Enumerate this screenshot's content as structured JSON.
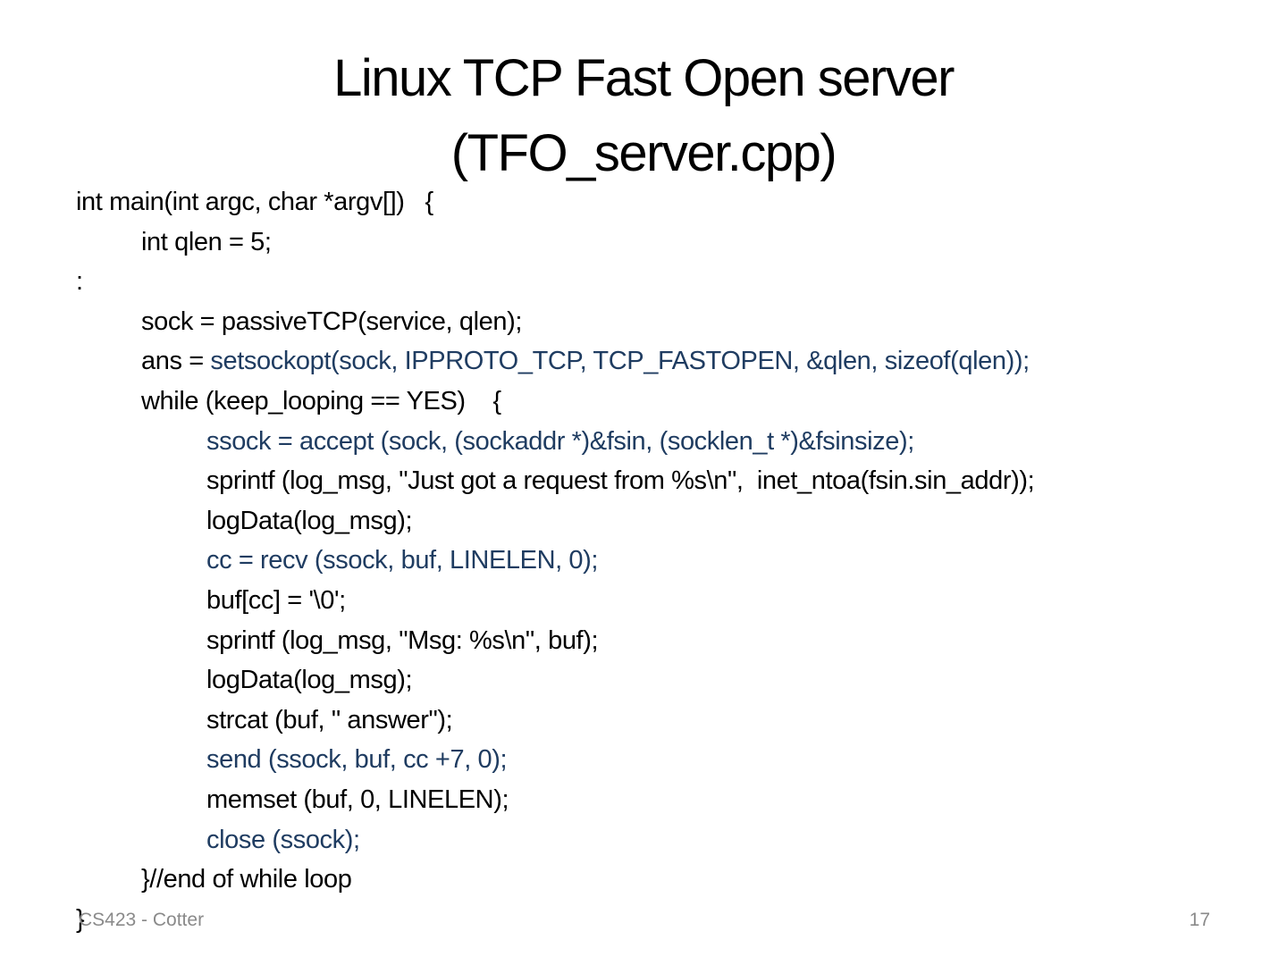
{
  "title": {
    "line1": "Linux TCP Fast Open server",
    "line2": "(TFO_server.cpp)"
  },
  "colors": {
    "black": "#000000",
    "blue": "#1f3c61",
    "footer_gray": "#8a8a8a"
  },
  "code": {
    "lines": [
      {
        "indent": 0,
        "segments": [
          {
            "text": "int main(int argc, char *argv[])   {",
            "color": "black"
          }
        ]
      },
      {
        "indent": 1,
        "segments": [
          {
            "text": "int qlen = 5;",
            "color": "black"
          }
        ]
      },
      {
        "indent": 0,
        "segments": [
          {
            "text": ":",
            "color": "black"
          }
        ]
      },
      {
        "indent": 1,
        "segments": [
          {
            "text": "sock = passiveTCP(service, qlen);",
            "color": "black"
          }
        ]
      },
      {
        "indent": 1,
        "segments": [
          {
            "text": "ans = ",
            "color": "black"
          },
          {
            "text": "setsockopt(sock, IPPROTO_TCP, TCP_FASTOPEN, &qlen, sizeof(qlen));",
            "color": "blue"
          }
        ]
      },
      {
        "indent": 1,
        "segments": [
          {
            "text": "while (keep_looping == YES)    {",
            "color": "black"
          }
        ]
      },
      {
        "indent": 2,
        "segments": [
          {
            "text": "ssock = accept (sock, (sockaddr *)&fsin, (socklen_t *)&fsinsize);",
            "color": "blue"
          }
        ]
      },
      {
        "indent": 2,
        "segments": [
          {
            "text": "sprintf (log_msg, \"Just got a request from %s\\n\",  inet_ntoa(fsin.sin_addr));",
            "color": "black"
          }
        ]
      },
      {
        "indent": 2,
        "segments": [
          {
            "text": "logData(log_msg);",
            "color": "black"
          }
        ]
      },
      {
        "indent": 2,
        "segments": [
          {
            "text": "cc = recv (ssock, buf, LINELEN, 0);",
            "color": "blue"
          }
        ]
      },
      {
        "indent": 2,
        "segments": [
          {
            "text": "buf[cc] = '\\0';",
            "color": "black"
          }
        ]
      },
      {
        "indent": 2,
        "segments": [
          {
            "text": "sprintf (log_msg, \"Msg: %s\\n\", buf);",
            "color": "black"
          }
        ]
      },
      {
        "indent": 2,
        "segments": [
          {
            "text": "logData(log_msg);",
            "color": "black"
          }
        ]
      },
      {
        "indent": 2,
        "segments": [
          {
            "text": "strcat (buf, \" answer\");",
            "color": "black"
          }
        ]
      },
      {
        "indent": 2,
        "segments": [
          {
            "text": "send (ssock, buf, cc +7, 0);",
            "color": "blue"
          }
        ]
      },
      {
        "indent": 2,
        "segments": [
          {
            "text": "memset (buf, 0, LINELEN);",
            "color": "black"
          }
        ]
      },
      {
        "indent": 2,
        "segments": [
          {
            "text": "close (ssock);",
            "color": "blue"
          }
        ]
      },
      {
        "indent": 1,
        "segments": [
          {
            "text": "}//end of while loop",
            "color": "black"
          }
        ]
      },
      {
        "indent": 0,
        "segments": [
          {
            "text": "}",
            "color": "black"
          }
        ]
      }
    ]
  },
  "footer": {
    "course": "CS423 - Cotter",
    "page_number": "17"
  }
}
